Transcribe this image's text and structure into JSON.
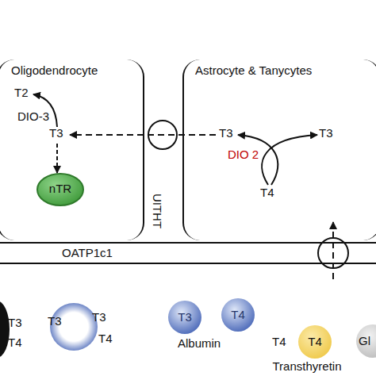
{
  "diagram": {
    "nodes": [
      {
        "text": [
          "Oligodendrocyte",
          "T2",
          "DIO-3",
          "T3"
        ]
      },
      {
        "text": [
          "nTR"
        ],
        "in": 0
      },
      {
        "text": [
          "Astrocyte & Tanycytes",
          "T3",
          "DIO 2",
          "T3",
          "T4"
        ]
      },
      {
        "text": [
          "UITHT"
        ]
      },
      {
        "text": [
          "OATP1c1"
        ]
      },
      {
        "text": [
          "T3"
        ]
      },
      {
        "text": [
          "T4"
        ]
      },
      {
        "text": [
          "T4",
          "Transthyretin"
        ]
      },
      {
        "text": [
          "Gl"
        ]
      }
    ],
    "labels": [
      "T3",
      "T3",
      "T3",
      "T4",
      "T4",
      "Albumin",
      "T4"
    ]
  }
}
